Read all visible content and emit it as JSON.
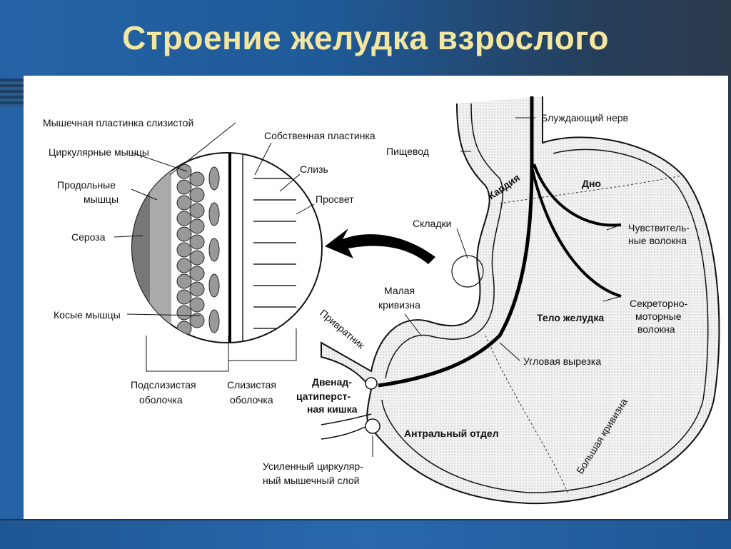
{
  "title": "Строение желудка взрослого",
  "labels": {
    "muscularis_mucosae": "Мышечная пластинка слизистой",
    "circular_muscles": "Циркулярные мышцы",
    "longitudinal_1": "Продольные",
    "longitudinal_2": "мышцы",
    "serosa": "Сероза",
    "oblique_muscles": "Косые мышцы",
    "submucosa_1": "Подслизистая",
    "submucosa_2": "оболочка",
    "mucosa_1": "Слизистая",
    "mucosa_2": "оболочка",
    "lamina_propria": "Собственная пластинка",
    "mucus": "Слизь",
    "lumen": "Просвет",
    "folds": "Складки",
    "esophagus": "Пищевод",
    "vagus": "Блуждающий нерв",
    "cardia": "Кардия",
    "fundus": "Дно",
    "sensory_1": "Чувствитель-",
    "sensory_2": "ные волокна",
    "secretory_1": "Секреторно-",
    "secretory_2": "моторные",
    "secretory_3": "волокна",
    "body": "Тело желудка",
    "lesser_1": "Малая",
    "lesser_2": "кривизна",
    "pylorus": "Привратник",
    "angular": "Угловая вырезка",
    "duodenum_1": "Двенад-",
    "duodenum_2": "цатиперст-",
    "duodenum_3": "ная кишка",
    "antrum": "Антральный отдел",
    "greater": "Большая кривизна",
    "sphincter_1": "Усиленный циркуляр-",
    "sphincter_2": "ный мышечный слой"
  },
  "colors": {
    "title": "#f3e6a0",
    "background": "#2563a6"
  }
}
